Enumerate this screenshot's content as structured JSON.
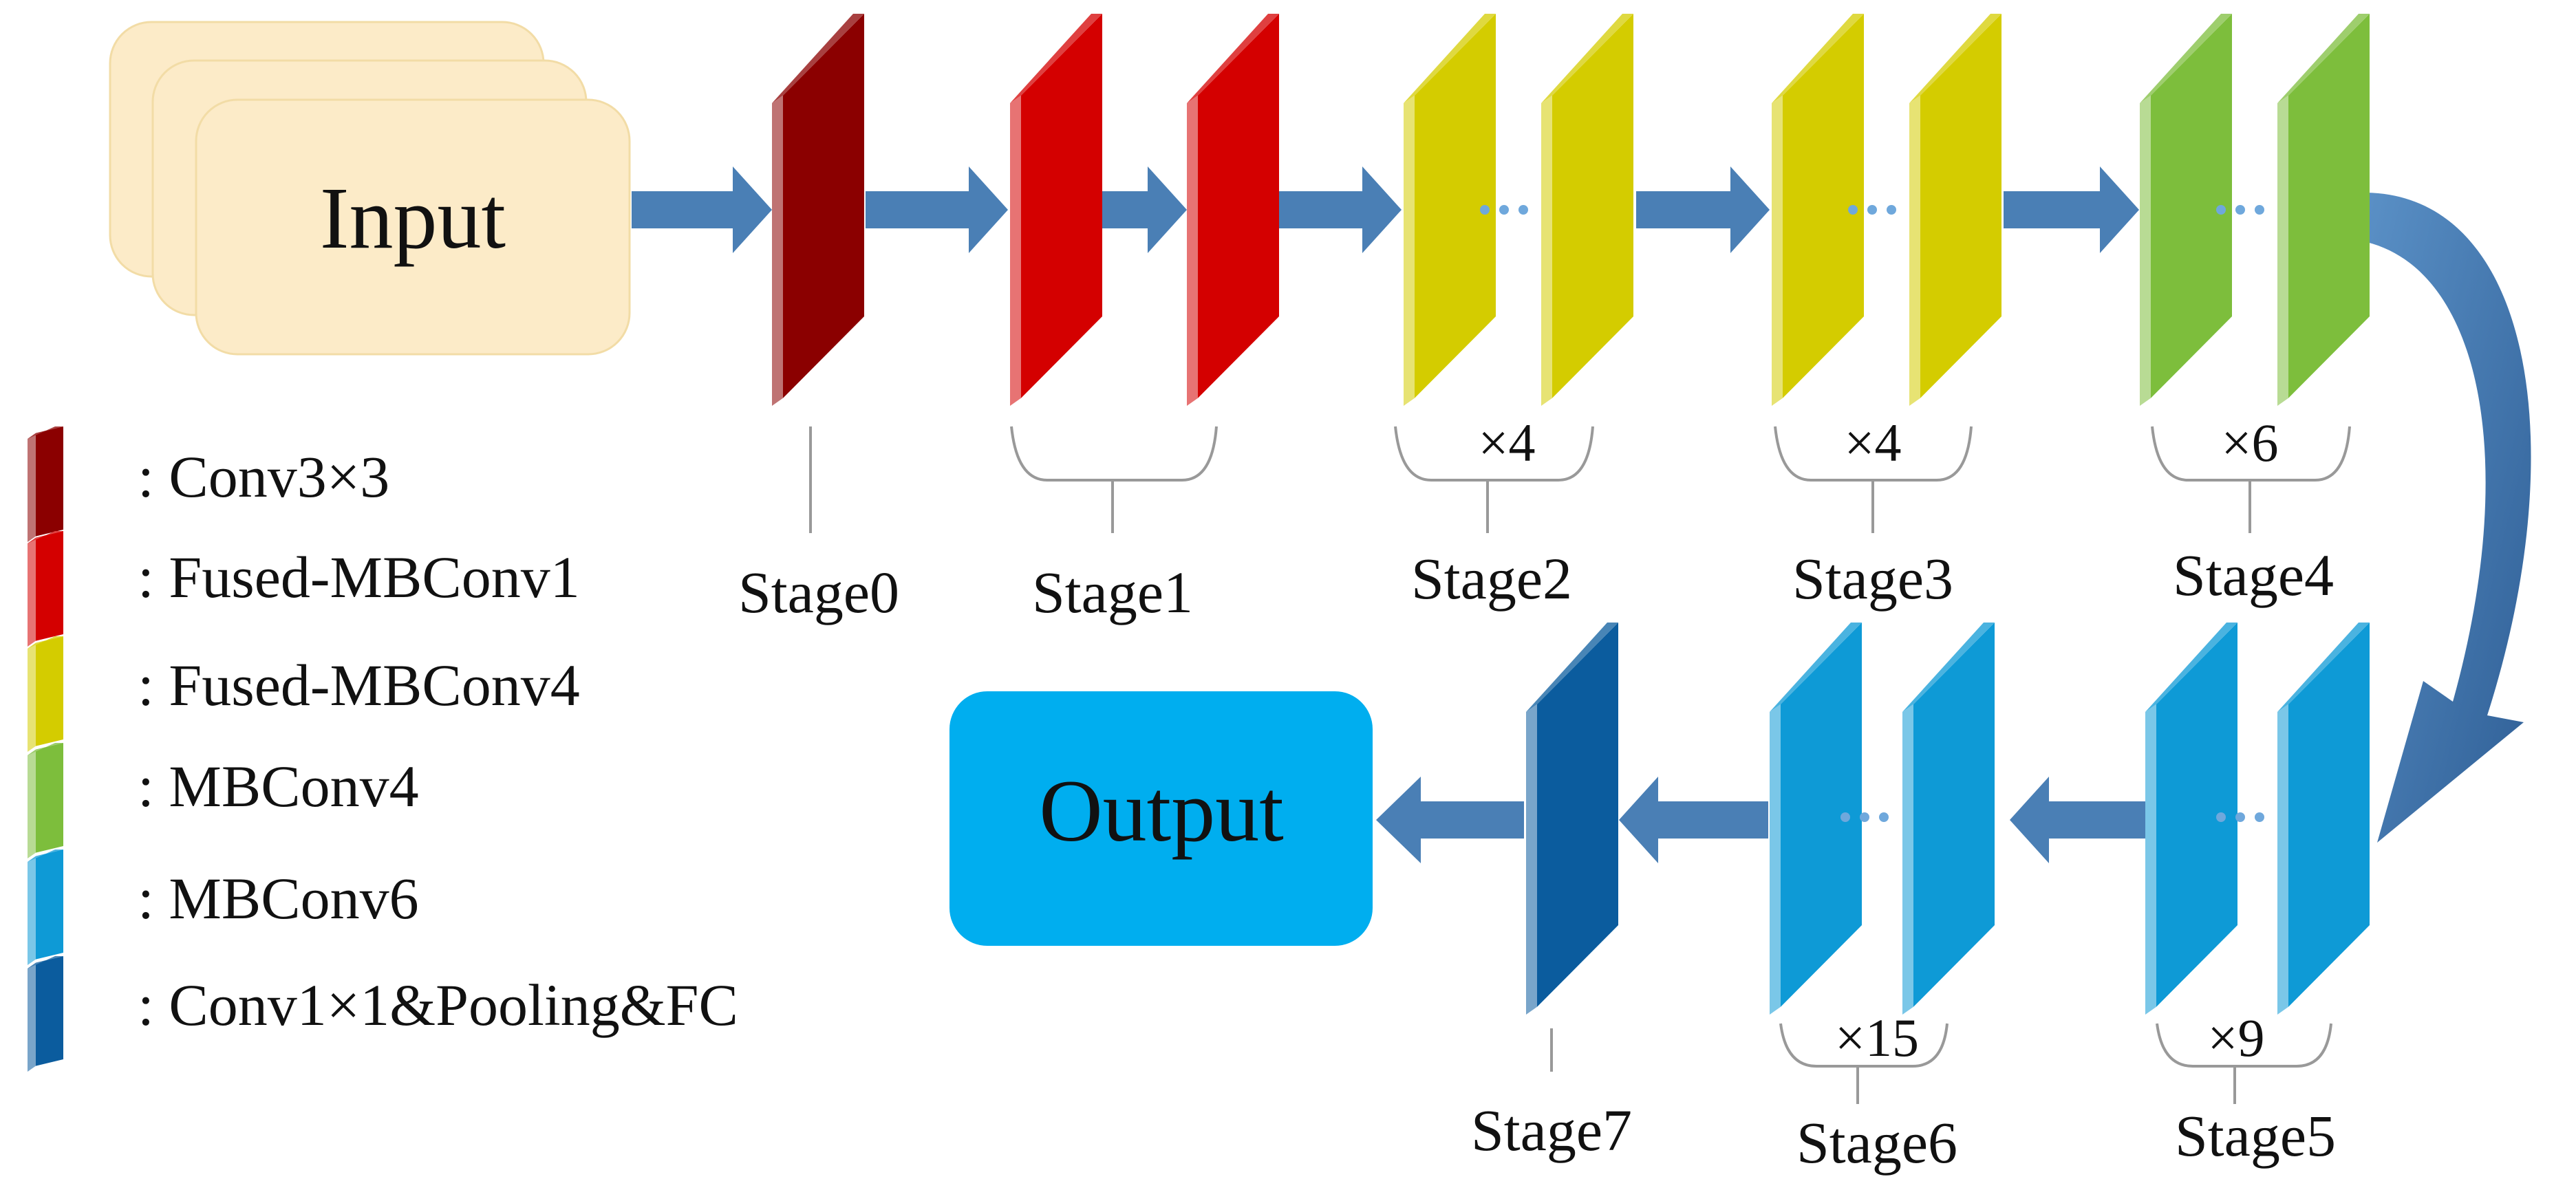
{
  "input_label": "Input",
  "output_label": "Output",
  "legend": [
    {
      "label": ": Conv3×3",
      "color": "#8B0000"
    },
    {
      "label": ": Fused-MBConv1",
      "color": "#D40000"
    },
    {
      "label": ": Fused-MBConv4",
      "color": "#D4CC00"
    },
    {
      "label": ": MBConv4",
      "color": "#7DBE3C"
    },
    {
      "label": ": MBConv6",
      "color": "#0E9AD6"
    },
    {
      "label": ": Conv1×1&Pooling&FC",
      "color": "#0B5C9E"
    }
  ],
  "stages": [
    {
      "name": "Stage0",
      "repeat": "",
      "type": "Conv3×3"
    },
    {
      "name": "Stage1",
      "repeat": "",
      "type": "Fused-MBConv1"
    },
    {
      "name": "Stage2",
      "repeat": "×4",
      "type": "Fused-MBConv4"
    },
    {
      "name": "Stage3",
      "repeat": "×4",
      "type": "Fused-MBConv4"
    },
    {
      "name": "Stage4",
      "repeat": "×6",
      "type": "MBConv4"
    },
    {
      "name": "Stage5",
      "repeat": "×9",
      "type": "MBConv6"
    },
    {
      "name": "Stage6",
      "repeat": "×15",
      "type": "MBConv6"
    },
    {
      "name": "Stage7",
      "repeat": "",
      "type": "Conv1×1&Pooling&FC"
    }
  ],
  "colors": {
    "input_box": "#FCEBC8",
    "output_box": "#00AEEF",
    "arrow": "#4A7FB5",
    "connector": "#999999"
  }
}
